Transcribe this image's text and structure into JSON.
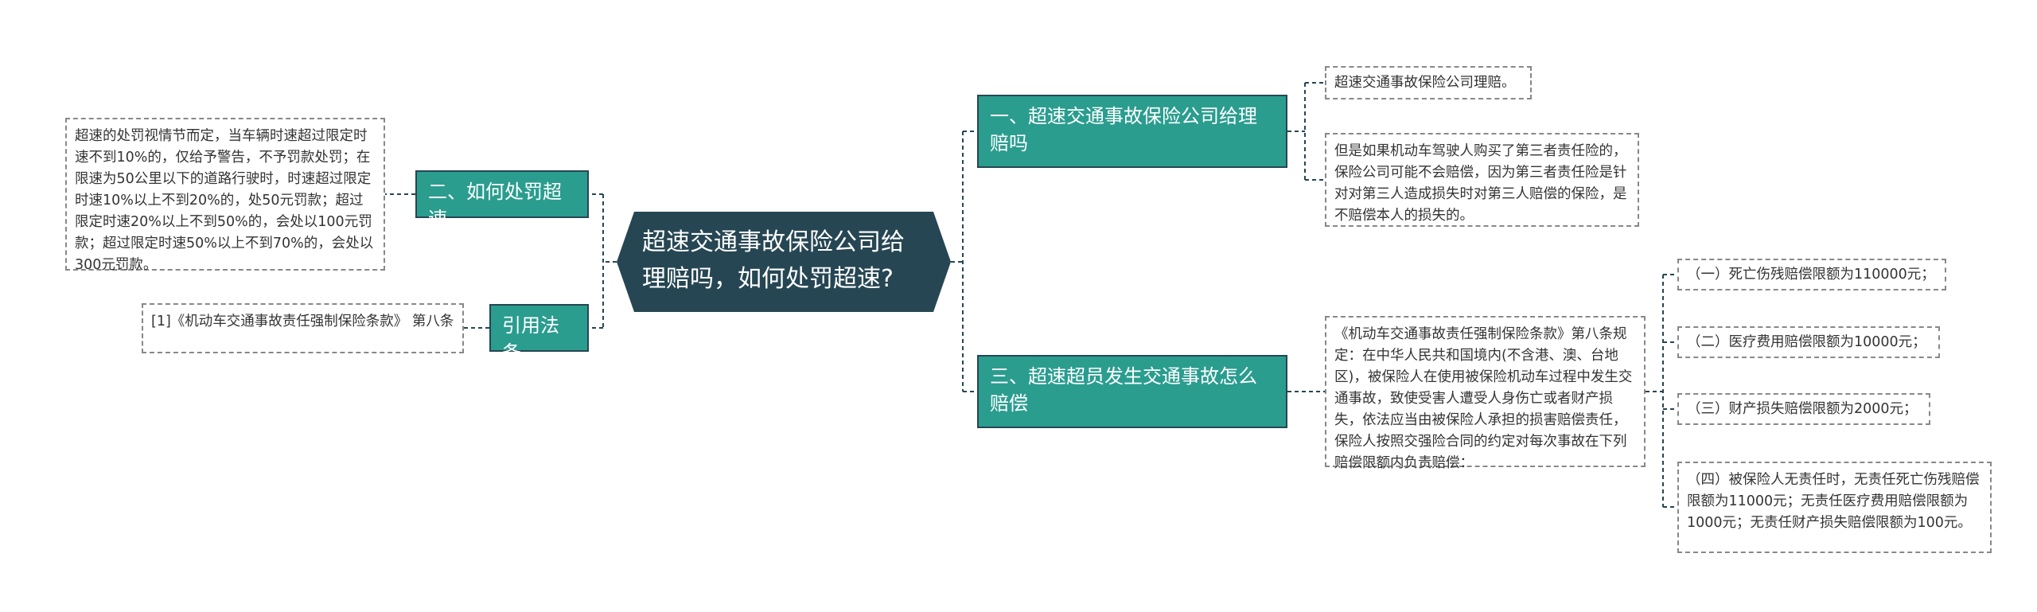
{
  "central": {
    "label": "超速交通事故保险公司给理赔吗，如何处罚超速?"
  },
  "branches": [
    {
      "label": "一、超速交通事故保险公司给理赔吗",
      "children": [
        {
          "label": "超速交通事故保险公司理赔。"
        },
        {
          "label": "但是如果机动车驾驶人购买了第三者责任险的，保险公司可能不会赔偿，因为第三者责任险是针对对第三人造成损失时对第三人赔偿的保险，是不赔偿本人的损失的。"
        }
      ]
    },
    {
      "label": "二、如何处罚超速",
      "children": [
        {
          "label": "超速的处罚视情节而定，当车辆时速超过限定时速不到10%的，仅给予警告，不予罚款处罚；在限速为50公里以下的道路行驶时，时速超过限定时速10%以上不到20%的，处50元罚款；超过限定时速20%以上不到50%的，会处以100元罚款；超过限定时速50%以上不到70%的，会处以300元罚款。"
        }
      ]
    },
    {
      "label": "三、超速超员发生交通事故怎么赔偿",
      "children": [
        {
          "label": "《机动车交通事故责任强制保险条款》第八条规定：在中华人民共和国境内(不含港、澳、台地区)，被保险人在使用被保险机动车过程中发生交通事故，致使受害人遭受人身伤亡或者财产损失，依法应当由被保险人承担的损害赔偿责任，保险人按照交强险合同的约定对每次事故在下列赔偿限额内负责赔偿：",
          "children": [
            {
              "label": "（一）死亡伤残赔偿限额为110000元；"
            },
            {
              "label": "（二）医疗费用赔偿限额为10000元；"
            },
            {
              "label": "（三）财产损失赔偿限额为2000元；"
            },
            {
              "label": "（四）被保险人无责任时，无责任死亡伤残赔偿限额为11000元；无责任医疗费用赔偿限额为1000元；无责任财产损失赔偿限额为100元。"
            }
          ]
        }
      ]
    },
    {
      "label": "引用法条",
      "children": [
        {
          "label": "[1]《机动车交通事故责任强制保险条款》 第八条"
        }
      ]
    }
  ],
  "colors": {
    "central_bg": "#264653",
    "branch_bg": "#2a9d8f",
    "connector": "#264653",
    "leaf_border": "#888888"
  }
}
